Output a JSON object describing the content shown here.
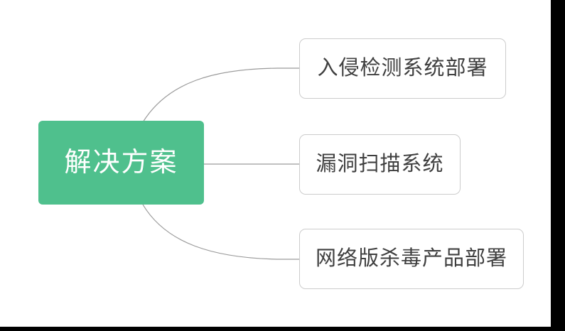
{
  "diagram": {
    "type": "mind-map",
    "orientation": "left-to-right",
    "background_color": "#ffffff",
    "frame_color": "#000000",
    "connector_color": "#9a9a9a",
    "root": {
      "label": "解决方案",
      "fill_color": "#4fc08d",
      "text_color": "#ffffff"
    },
    "children": [
      {
        "label": "入侵检测系统部署",
        "fill_color": "#ffffff",
        "border_color": "#cccccc",
        "text_color": "#3f3f3f"
      },
      {
        "label": "漏洞扫描系统",
        "fill_color": "#ffffff",
        "border_color": "#cccccc",
        "text_color": "#3f3f3f"
      },
      {
        "label": "网络版杀毒产品部署",
        "fill_color": "#ffffff",
        "border_color": "#cccccc",
        "text_color": "#3f3f3f"
      }
    ]
  }
}
